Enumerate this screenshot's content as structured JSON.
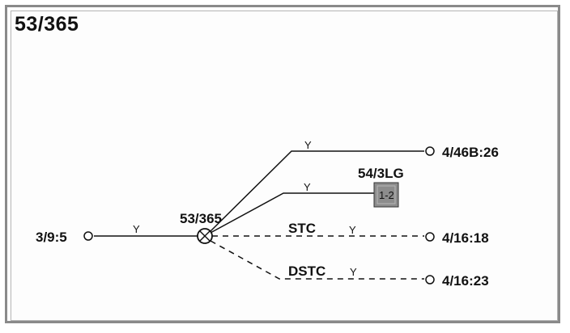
{
  "diagram": {
    "title": "53/365",
    "center": {
      "label": "53/365"
    },
    "left_node": {
      "label": "3/9:5",
      "wire": "Y"
    },
    "connections": [
      {
        "target": "4/46B:26",
        "wire": "Y",
        "style": "solid"
      },
      {
        "target": "54/3LG",
        "wire": "Y",
        "style": "solid",
        "box_text": "1-2"
      },
      {
        "target": "4/16:18",
        "wire": "Y",
        "tag": "STC",
        "style": "dashed"
      },
      {
        "target": "4/16:23",
        "wire": "Y",
        "tag": "DSTC",
        "style": "dashed"
      }
    ]
  }
}
